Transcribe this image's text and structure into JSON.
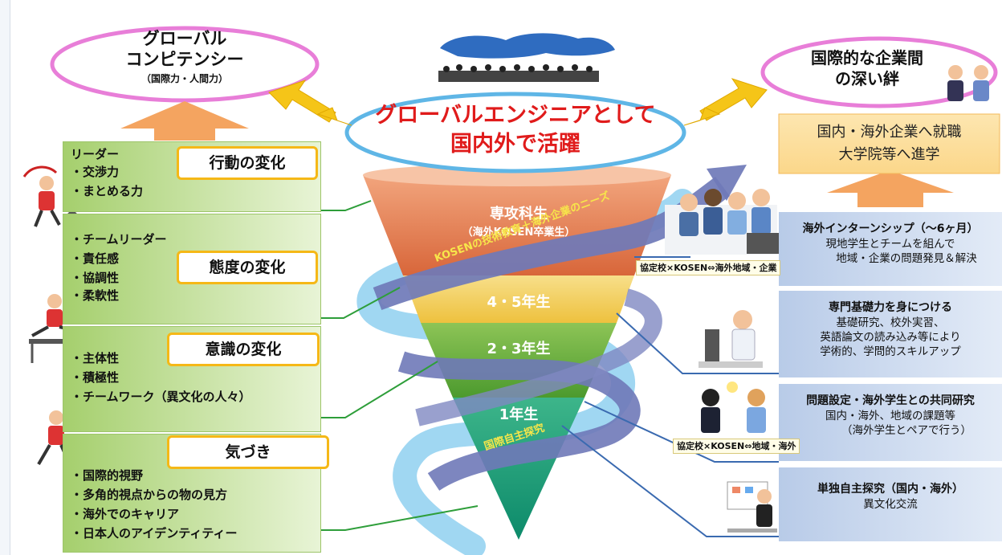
{
  "top_left": {
    "title_line1": "グローバル",
    "title_line2": "コンピテンシー",
    "subtitle": "（国際力・人間力）"
  },
  "top_right": {
    "title_line1": "国際的な企業間",
    "title_line2": "の深い絆"
  },
  "center": {
    "line1": "グローバルエンジニアとして",
    "line2": "国内外で活躍"
  },
  "career": {
    "line1": "国内・海外企業へ就職",
    "line2": "大学院等へ進学"
  },
  "funnel": {
    "level1": "専攻科生",
    "level1_sub": "（海外KOSEN卒業生）",
    "level2": "4・5年生",
    "level3": "2・3年生",
    "level4": "1年生",
    "spiral_upper": "KOSENの技術教育＋海外企業のニーズ",
    "spiral_lower": "国際自主探究"
  },
  "left_panels": [
    {
      "tag": "行動の変化",
      "lines": [
        "リーダー",
        "・交渉力",
        "・まとめる力"
      ]
    },
    {
      "tag": "態度の変化",
      "lines": [
        "・チームリーダー",
        "・責任感",
        "・協調性",
        "・柔軟性"
      ]
    },
    {
      "tag": "意識の変化",
      "lines": [
        "・主体性",
        "・積極性",
        "・チームワーク（異文化の人々）"
      ]
    },
    {
      "tag": "気づき",
      "lines": [
        "・国際的視野",
        "・多角的視点からの物の見方",
        "・海外でのキャリア",
        "・日本人のアイデンティティー"
      ]
    }
  ],
  "right_panels": [
    {
      "title": "海外インターンシップ（～6ヶ月）",
      "lines": [
        "現地学生とチームを組んで",
        "地域・企業の問題発見＆解決"
      ]
    },
    {
      "title": "専門基礎力を身につける",
      "lines": [
        "基礎研究、校外実習、",
        "英語論文の読み込み等により",
        "学術的、学問的スキルアップ"
      ]
    },
    {
      "title": "問題設定・海外学生との共同研究",
      "lines": [
        "国内・海外、地域の課題等",
        "（海外学生とペアで行う）"
      ]
    },
    {
      "title": "単独自主探究（国内・海外）",
      "lines": [
        "異文化交流"
      ]
    }
  ],
  "labels": {
    "upper": "協定校×KOSEN⇔海外地域・企業",
    "lower": "協定校×KOSEN⇔地域・海外"
  },
  "colors": {
    "funnel_top": "#e07a4a",
    "funnel_mid": "#f0c94a",
    "funnel_green": "#6fae3d",
    "funnel_bottom": "#1fa57d",
    "ellipse_pink": "#e87ed8",
    "ellipse_blue": "#5fb6e6",
    "arrow_orange": "#f4a460",
    "arrow_yellow": "#f5c518",
    "spiral": "#6f79b8"
  }
}
